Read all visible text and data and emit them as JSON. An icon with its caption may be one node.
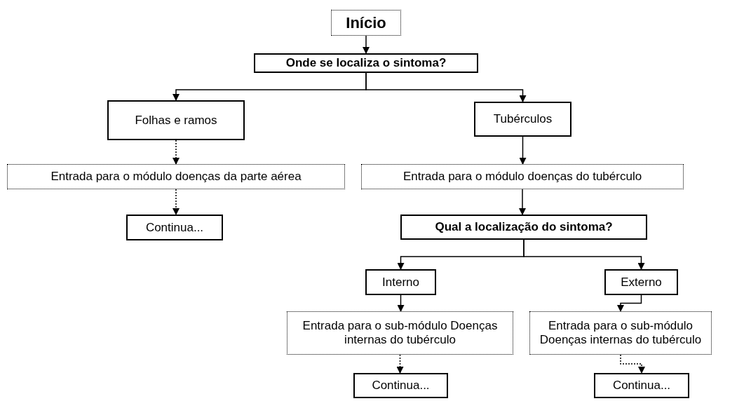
{
  "diagram": {
    "nodes": [
      {
        "text": [
          "Início"
        ]
      },
      {
        "text": [
          "Onde se localiza o sintoma?"
        ]
      },
      {
        "text": [
          "Folhas e ramos"
        ]
      },
      {
        "text": [
          "Tubérculos"
        ]
      },
      {
        "text": [
          "Entrada para o módulo doenças da parte aérea"
        ]
      },
      {
        "text": [
          "Continua..."
        ]
      },
      {
        "text": [
          "Entrada para o módulo doenças do tubérculo"
        ]
      },
      {
        "text": [
          "Qual a localização do sintoma?"
        ]
      },
      {
        "text": [
          "Interno"
        ]
      },
      {
        "text": [
          "Externo"
        ]
      },
      {
        "text": [
          "Entrada para o sub-módulo Doenças internas do tubérculo"
        ]
      },
      {
        "text": [
          "Entrada para o sub-módulo Doenças internas do tubérculo"
        ]
      },
      {
        "text": [
          "Continua..."
        ]
      },
      {
        "text": [
          "Continua..."
        ]
      }
    ],
    "edges": [
      {
        "from": 0,
        "to": 1,
        "arrow": "to"
      },
      {
        "from": 1,
        "to": 2,
        "arrow": "to"
      },
      {
        "from": 1,
        "to": 3,
        "arrow": "to"
      },
      {
        "from": 2,
        "to": 4,
        "arrow": "to",
        "style": "dashed"
      },
      {
        "from": 4,
        "to": 5,
        "arrow": "to",
        "style": "dashed"
      },
      {
        "from": 3,
        "to": 6,
        "arrow": "to"
      },
      {
        "from": 6,
        "to": 7,
        "arrow": "to"
      },
      {
        "from": 7,
        "to": 8,
        "arrow": "to"
      },
      {
        "from": 7,
        "to": 9,
        "arrow": "to"
      },
      {
        "from": 8,
        "to": 10,
        "arrow": "to"
      },
      {
        "from": 9,
        "to": 11,
        "arrow": "to"
      },
      {
        "from": 10,
        "to": 12,
        "arrow": "to",
        "style": "dashed"
      },
      {
        "from": 11,
        "to": 13,
        "arrow": "to",
        "style": "dashed"
      }
    ]
  }
}
